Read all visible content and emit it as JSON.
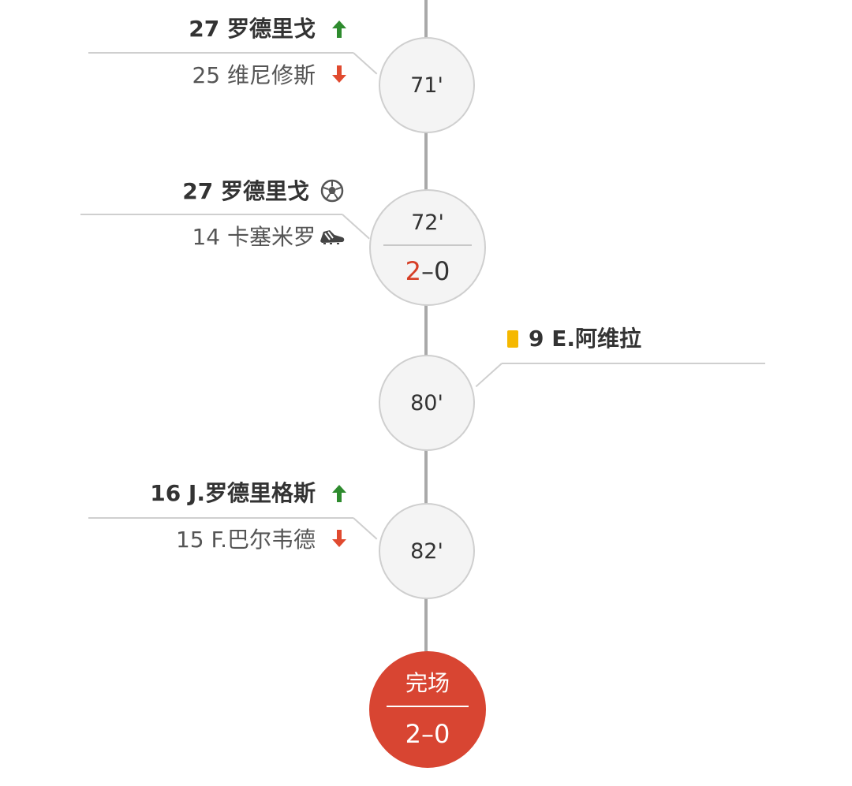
{
  "events": [
    {
      "minute": "71'",
      "type": "substitution",
      "player_in": "27 罗德里戈",
      "player_out": "25 维尼修斯",
      "icons": [
        "arrow-up-icon",
        "arrow-down-icon"
      ]
    },
    {
      "minute": "72'",
      "type": "goal",
      "scorer": "27 罗德里戈",
      "assist": "14 卡塞米罗",
      "score_home": "2",
      "score_sep": "–",
      "score_away": "0",
      "icons": [
        "soccer-ball-icon",
        "boot-icon"
      ]
    },
    {
      "minute": "80'",
      "type": "yellow_card",
      "player": "9 E.阿维拉",
      "icons": [
        "yellow-card-icon"
      ]
    },
    {
      "minute": "82'",
      "type": "substitution",
      "player_in": "16 J.罗德里格斯",
      "player_out": "15 F.巴尔韦德",
      "icons": [
        "arrow-up-icon",
        "arrow-down-icon"
      ]
    }
  ],
  "final": {
    "label": "完场",
    "score": "2–0"
  },
  "colors": {
    "sub_in": "#2e8b2e",
    "sub_out": "#e04a2f",
    "yellow_card": "#f5b800",
    "final_bg": "#d84532",
    "home_score": "#d63e26",
    "timeline": "#a9a9a9"
  }
}
